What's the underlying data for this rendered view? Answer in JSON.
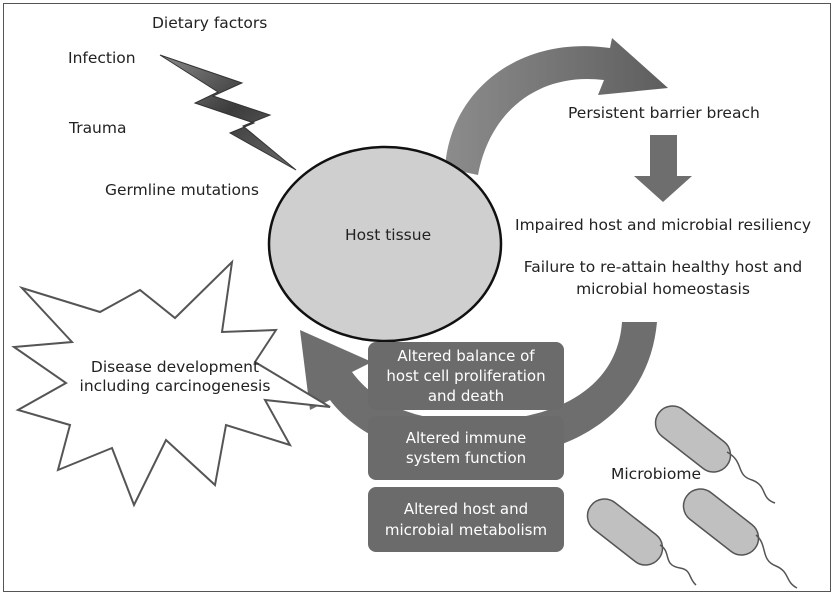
{
  "factors": {
    "dietary": "Dietary factors",
    "infection": "Infection",
    "trauma": "Trauma",
    "germline": "Germline mutations"
  },
  "host_tissue": "Host tissue",
  "barrier_breach": "Persistent barrier breach",
  "impaired_resiliency": "Impaired host and microbial resiliency",
  "failure_line1": "Failure to re-attain healthy host and",
  "failure_line2": "microbial homeostasis",
  "disease_line1": "Disease development",
  "disease_line2": "including carcinogenesis",
  "boxes": {
    "proliferation_l1": "Altered balance of",
    "proliferation_l2": "host cell proliferation",
    "proliferation_l3": "and death",
    "immune_l1": "Altered immune",
    "immune_l2": "system function",
    "metabolism_l1": "Altered host and",
    "metabolism_l2": "microbial metabolism"
  },
  "microbiome": "Microbiome",
  "colors": {
    "arrow": "#6e6e6e",
    "box": "#6b6b6b",
    "host_fill": "#cfcfcf",
    "lightning": "#555555",
    "bacteria": "#c0c0c0"
  }
}
